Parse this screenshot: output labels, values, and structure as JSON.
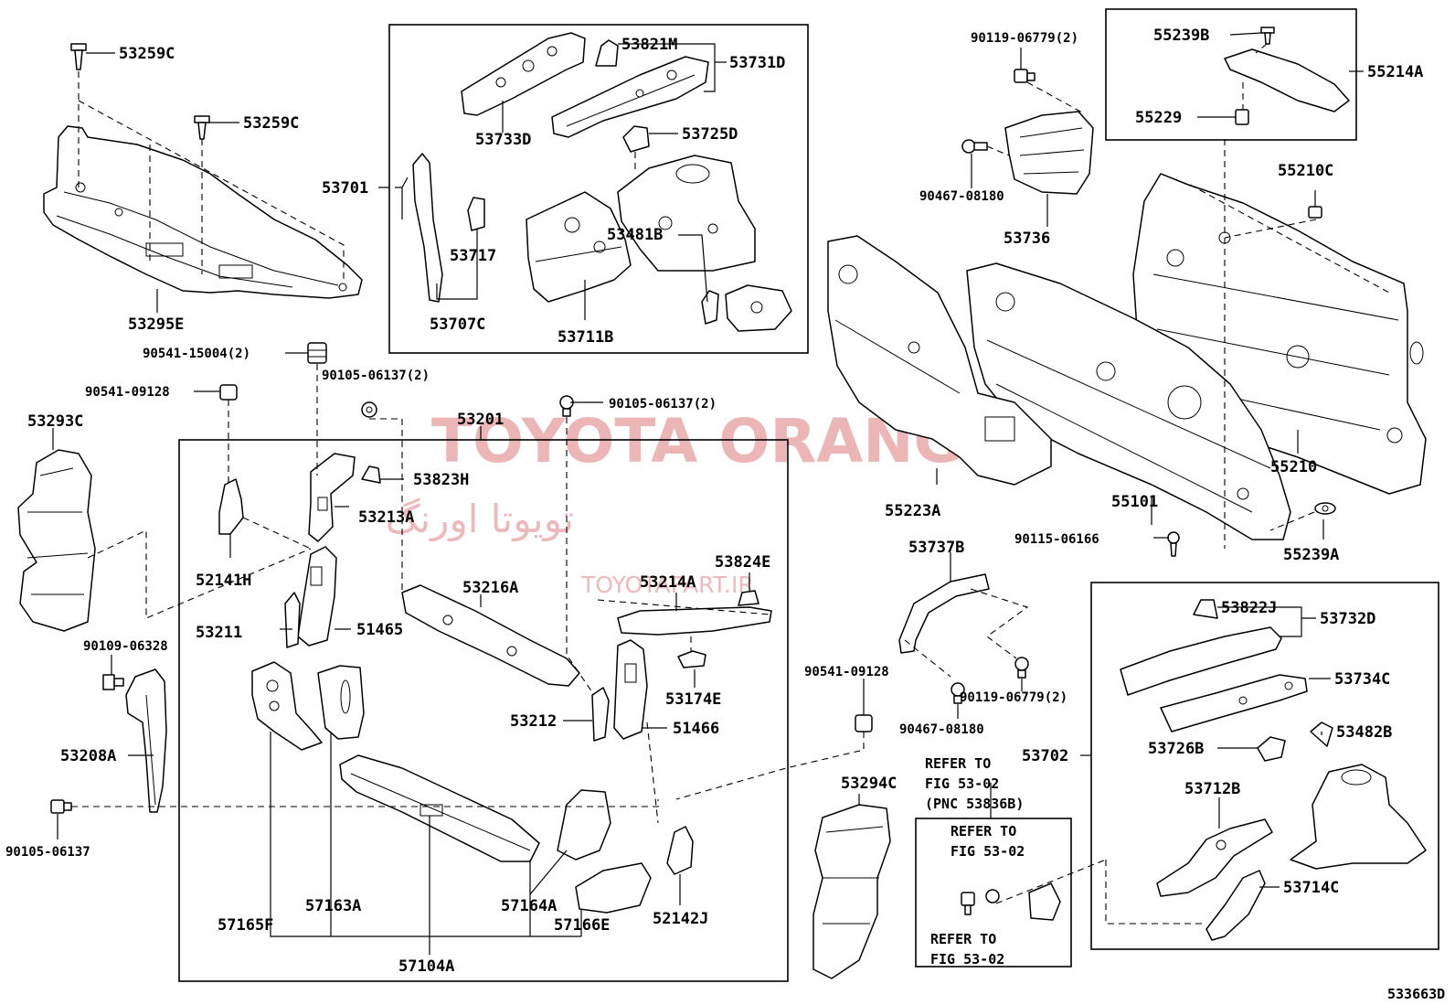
{
  "watermark": {
    "brand": "TOYOTA ORANG",
    "persian": "تویوتا اورنگ",
    "site": "TOYOTAPART.IR"
  },
  "figure_id": "533663D",
  "notes": {
    "refer_a": [
      "REFER TO",
      "FIG 53-02",
      "(PNC 53836B)"
    ],
    "refer_b": [
      "REFER TO",
      "FIG 53-02"
    ],
    "refer_c": [
      "REFER TO",
      "FIG 53-02"
    ]
  },
  "labels": {
    "p53259c_a": "53259C",
    "p53259c_b": "53259C",
    "p53295e": "53295E",
    "p90541_15004": "90541-15004(2)",
    "p90541_09128_a": "90541-09128",
    "p53293c": "53293C",
    "p90109_06328": "90109-06328",
    "p53208a": "53208A",
    "p90105_06137_a": "90105-06137",
    "p53821m": "53821M",
    "p53731d": "53731D",
    "p53733d": "53733D",
    "p53725d": "53725D",
    "p53701": "53701",
    "p53717": "53717",
    "p53707c": "53707C",
    "p53711b": "53711B",
    "p53481b": "53481B",
    "p90105_06137_b": "90105-06137(2)",
    "p90105_06137_c": "90105-06137(2)",
    "p53201": "53201",
    "p53823h": "53823H",
    "p53213a": "53213A",
    "p52141h": "52141H",
    "p53211": "53211",
    "p51465": "51465",
    "p53216a": "53216A",
    "p53214a": "53214A",
    "p53824e": "53824E",
    "p53174e": "53174E",
    "p53212": "53212",
    "p51466": "51466",
    "p57163a": "57163A",
    "p57165f": "57165F",
    "p57104a": "57104A",
    "p57164a": "57164A",
    "p57166e": "57166E",
    "p52142j": "52142J",
    "p90119_06779_a": "90119-06779(2)",
    "p90467_08180_a": "90467-08180",
    "p53736": "53736",
    "p55239b": "55239B",
    "p55214a": "55214A",
    "p55229": "55229",
    "p55210c": "55210C",
    "p55210": "55210",
    "p55223a": "55223A",
    "p55101": "55101",
    "p90115_06166": "90115-06166",
    "p55239a": "55239A",
    "p53737b": "53737B",
    "p90541_09128_b": "90541-09128",
    "p90467_08180_b": "90467-08180",
    "p90119_06779_b": "90119-06779(2)",
    "p53294c": "53294C",
    "p53702": "53702",
    "p53822j": "53822J",
    "p53732d": "53732D",
    "p53734c": "53734C",
    "p53726b": "53726B",
    "p53482b": "53482B",
    "p53712b": "53712B",
    "p53714c": "53714C"
  }
}
